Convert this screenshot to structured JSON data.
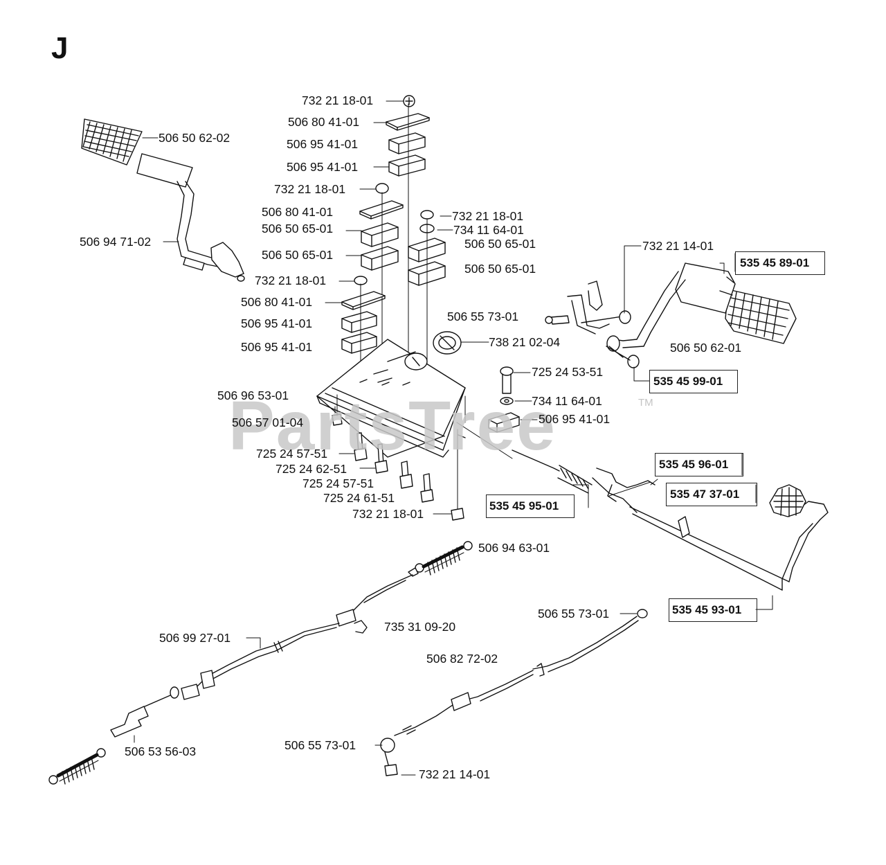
{
  "section_letter": "J",
  "watermark": {
    "text": "PartsTree",
    "trademark": "TM"
  },
  "labels": [
    {
      "id": "p01",
      "text": "732 21 18-01",
      "bold": false
    },
    {
      "id": "p02",
      "text": "506 80 41-01",
      "bold": false
    },
    {
      "id": "p03",
      "text": "506 95 41-01",
      "bold": false
    },
    {
      "id": "p04",
      "text": "506 95 41-01",
      "bold": false
    },
    {
      "id": "p05",
      "text": "732 21 18-01",
      "bold": false
    },
    {
      "id": "p06",
      "text": "506 80 41-01",
      "bold": false
    },
    {
      "id": "p07",
      "text": "506 50 65-01",
      "bold": false
    },
    {
      "id": "p08",
      "text": "506 50 65-01",
      "bold": false
    },
    {
      "id": "p09",
      "text": "732 21 18-01",
      "bold": false
    },
    {
      "id": "p10",
      "text": "506 80 41-01",
      "bold": false
    },
    {
      "id": "p11",
      "text": "506 95 41-01",
      "bold": false
    },
    {
      "id": "p12",
      "text": "506 95 41-01",
      "bold": false
    },
    {
      "id": "p13",
      "text": "732 21 18-01",
      "bold": false
    },
    {
      "id": "p14",
      "text": "734 11 64-01",
      "bold": false
    },
    {
      "id": "p15",
      "text": "506 50 65-01",
      "bold": false
    },
    {
      "id": "p16",
      "text": "506 50 65-01",
      "bold": false
    },
    {
      "id": "p17",
      "text": "506 50 62-02",
      "bold": false
    },
    {
      "id": "p18",
      "text": "506 94 71-02",
      "bold": false
    },
    {
      "id": "p19",
      "text": "732 21 14-01",
      "bold": false
    },
    {
      "id": "p20",
      "text": "535 45 89-01",
      "bold": true
    },
    {
      "id": "p21",
      "text": "506 55 73-01",
      "bold": false
    },
    {
      "id": "p22",
      "text": "738 21 02-04",
      "bold": false
    },
    {
      "id": "p23",
      "text": "506 50 62-01",
      "bold": false
    },
    {
      "id": "p24",
      "text": "725 24 53-51",
      "bold": false
    },
    {
      "id": "p25",
      "text": "535 45 99-01",
      "bold": true
    },
    {
      "id": "p26",
      "text": "734 11 64-01",
      "bold": false
    },
    {
      "id": "p27",
      "text": "506 95 41-01",
      "bold": false
    },
    {
      "id": "p28",
      "text": "506 96 53-01",
      "bold": false
    },
    {
      "id": "p29",
      "text": "506 57 01-04",
      "bold": false
    },
    {
      "id": "p30",
      "text": "725 24 57-51",
      "bold": false
    },
    {
      "id": "p31",
      "text": "725 24 62-51",
      "bold": false
    },
    {
      "id": "p32",
      "text": "725 24 57-51",
      "bold": false
    },
    {
      "id": "p33",
      "text": "725 24 61-51",
      "bold": false
    },
    {
      "id": "p34",
      "text": "732 21 18-01",
      "bold": false
    },
    {
      "id": "p35",
      "text": "535 45 96-01",
      "bold": true
    },
    {
      "id": "p36",
      "text": "535 47 37-01",
      "bold": true
    },
    {
      "id": "p37",
      "text": "535 45 95-01",
      "bold": true
    },
    {
      "id": "p38",
      "text": "506 94 63-01",
      "bold": false
    },
    {
      "id": "p39",
      "text": "535 45 93-01",
      "bold": true
    },
    {
      "id": "p40",
      "text": "735 31 09-20",
      "bold": false
    },
    {
      "id": "p41",
      "text": "506 55 73-01",
      "bold": false
    },
    {
      "id": "p42",
      "text": "506 99 27-01",
      "bold": false
    },
    {
      "id": "p43",
      "text": "506 82 72-02",
      "bold": false
    },
    {
      "id": "p44",
      "text": "506 53 56-03",
      "bold": false
    },
    {
      "id": "p45",
      "text": "506 55 73-01",
      "bold": false
    },
    {
      "id": "p46",
      "text": "732 21 14-01",
      "bold": false
    }
  ]
}
